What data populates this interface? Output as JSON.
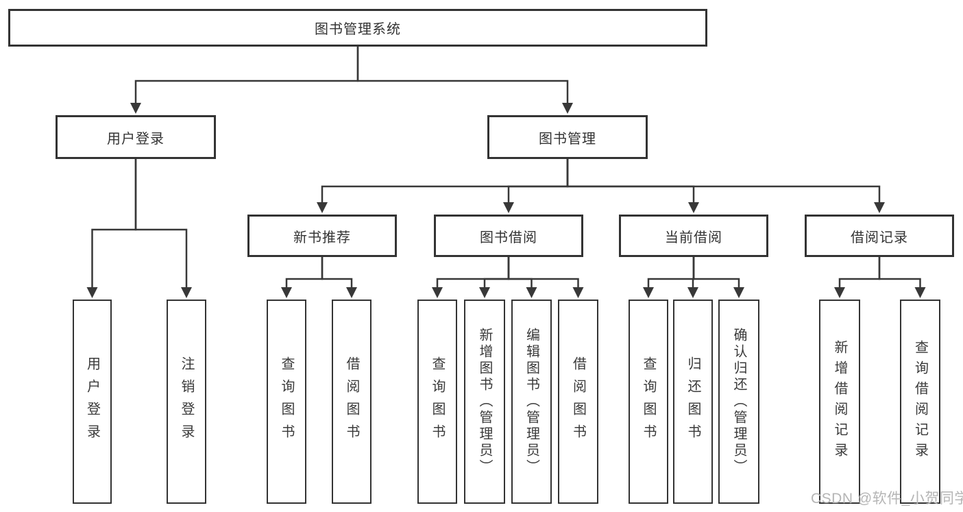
{
  "tree": {
    "root": {
      "label": "图书管理系统"
    },
    "branches": [
      {
        "label": "用户登录",
        "children": [
          {
            "label": "用户登录"
          },
          {
            "label": "注销登录"
          }
        ]
      },
      {
        "label": "图书管理",
        "children": [
          {
            "label": "新书推荐",
            "children": [
              {
                "label": "查询图书"
              },
              {
                "label": "借阅图书"
              }
            ]
          },
          {
            "label": "图书借阅",
            "children": [
              {
                "label": "查询图书"
              },
              {
                "label": "新增图书（管理员）"
              },
              {
                "label": "编辑图书（管理员）"
              },
              {
                "label": "借阅图书"
              }
            ]
          },
          {
            "label": "当前借阅",
            "children": [
              {
                "label": "查询图书"
              },
              {
                "label": "归还图书"
              },
              {
                "label": "确认归还（管理员）"
              }
            ]
          },
          {
            "label": "借阅记录",
            "children": [
              {
                "label": "新增借阅记录"
              },
              {
                "label": "查询借阅记录"
              }
            ]
          }
        ]
      }
    ]
  },
  "watermark": "CSDN @软件_小贺同学",
  "colors": {
    "line": "#383838",
    "border": "#333333",
    "text": "#333333",
    "watermark": "#b5b5b5",
    "background": "#ffffff"
  }
}
